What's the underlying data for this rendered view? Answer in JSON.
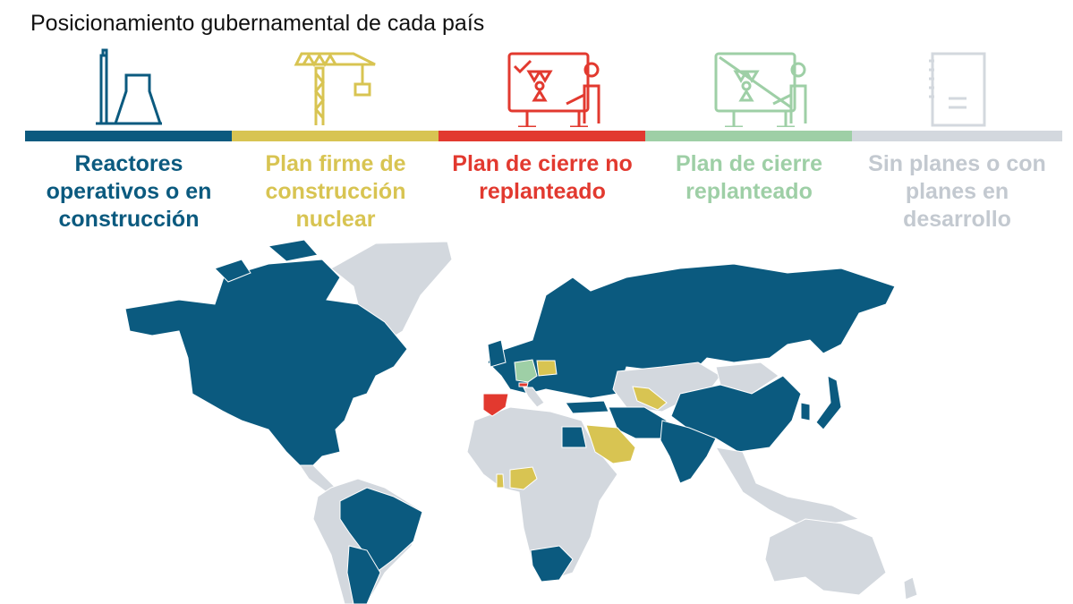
{
  "title": "Posicionamiento gubernamental de cada país",
  "colors": {
    "operating": "#0b5a7f",
    "construction_plan": "#d8c452",
    "closure_firm": "#e2392f",
    "closure_reconsidered": "#9ecfa6",
    "no_plans": "#d3d8de"
  },
  "legend": [
    {
      "label": "Reactores operativos o en construcción",
      "icon": "nuclear-plant-icon",
      "color": "#0b5a7f"
    },
    {
      "label": "Plan firme de construcción nuclear",
      "icon": "crane-icon",
      "color": "#d8c452"
    },
    {
      "label": "Plan de cierre no replanteado",
      "icon": "presentation-check-icon",
      "color": "#e2392f"
    },
    {
      "label": "Plan de cierre replanteado",
      "icon": "presentation-crossed-icon",
      "color": "#9ecfa6"
    },
    {
      "label": "Sin planes o con planes en desarrollo",
      "icon": "document-icon",
      "color": "#c3c9d0"
    }
  ]
}
